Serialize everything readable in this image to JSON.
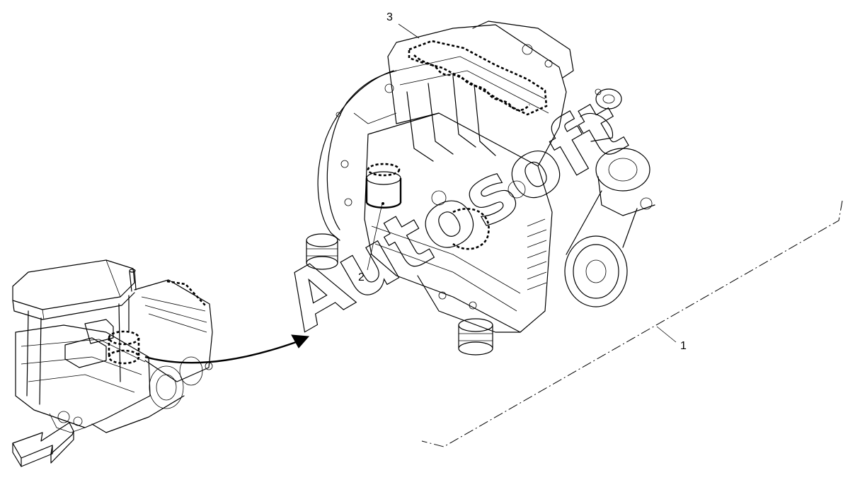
{
  "callouts": {
    "engine_assembly": "1",
    "fuel_filter": "2",
    "valve_cover_gasket": "3"
  },
  "watermark": "Autosoft"
}
